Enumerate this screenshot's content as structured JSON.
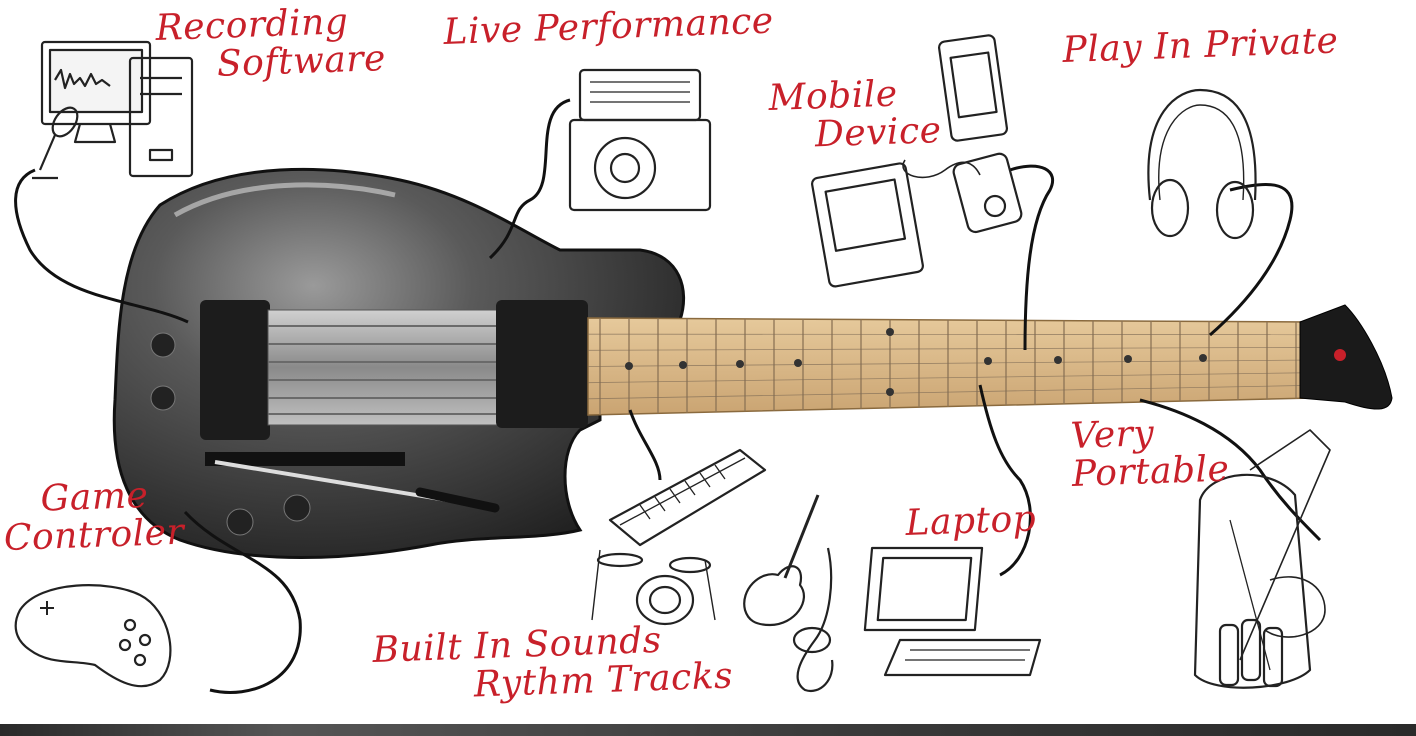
{
  "labels": {
    "recording": [
      "Recording",
      "Software"
    ],
    "live": "Live Performance",
    "mobile": [
      "Mobile",
      "Device"
    ],
    "private": "Play In Private",
    "portable": [
      "Very",
      "Portable"
    ],
    "laptop": "Laptop",
    "sounds": [
      "Built In Sounds",
      "Rythm Tracks"
    ],
    "game": [
      "Game",
      "Controler"
    ]
  },
  "colors": {
    "label_red": "#c8202a",
    "guitar_body": "#3a3a3a",
    "fretboard": "#d8b88a"
  },
  "icons": [
    "computer-monitor-icon",
    "microphone-icon",
    "amplifier-icon",
    "tablet-icon",
    "mp3-player-icon",
    "headphones-icon",
    "backpack-icon",
    "laptop-icon",
    "keyboard-synth-icon",
    "drum-kit-icon",
    "electric-guitar-icon",
    "saxophone-icon",
    "gamepad-icon"
  ]
}
